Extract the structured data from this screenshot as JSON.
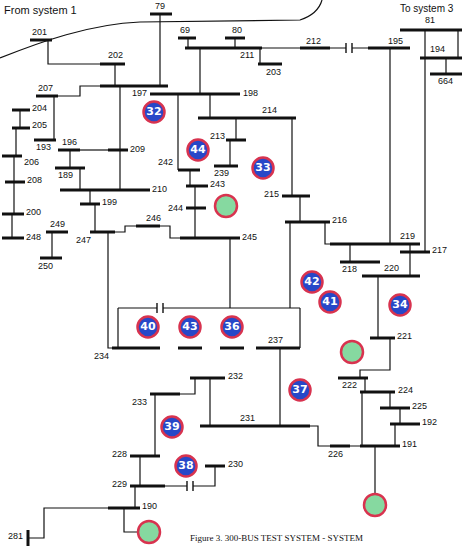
{
  "diagram": {
    "caption": "Figure 3. 300-BUS TEST SYSTEM - SYSTEM",
    "nodes": [
      {
        "text": [
          "32"
        ]
      },
      {
        "text": [
          "44"
        ]
      },
      {
        "text": [
          "33"
        ]
      },
      {
        "text": [
          "42"
        ]
      },
      {
        "text": [
          "41"
        ]
      },
      {
        "text": [
          "34"
        ]
      },
      {
        "text": [
          "40"
        ]
      },
      {
        "text": [
          "43"
        ]
      },
      {
        "text": [
          "36"
        ]
      },
      {
        "text": [
          "37"
        ]
      },
      {
        "text": [
          "39"
        ]
      },
      {
        "text": [
          "38"
        ]
      }
    ],
    "labels": [
      "From system 1",
      "To system 3",
      "201",
      "79",
      "69",
      "80",
      "211",
      "212",
      "81",
      "195",
      "194",
      "664",
      "202",
      "203",
      "197",
      "198",
      "207",
      "204",
      "205",
      "193",
      "206",
      "196",
      "209",
      "189",
      "208",
      "210",
      "199",
      "200",
      "248",
      "249",
      "250",
      "247",
      "246",
      "245",
      "214",
      "213",
      "239",
      "242",
      "243",
      "244",
      "215",
      "216",
      "219",
      "217",
      "218",
      "220",
      "221",
      "222",
      "224",
      "225",
      "192",
      "191",
      "234",
      "237",
      "232",
      "233",
      "231",
      "226",
      "228",
      "229",
      "230",
      "190",
      "281"
    ]
  }
}
